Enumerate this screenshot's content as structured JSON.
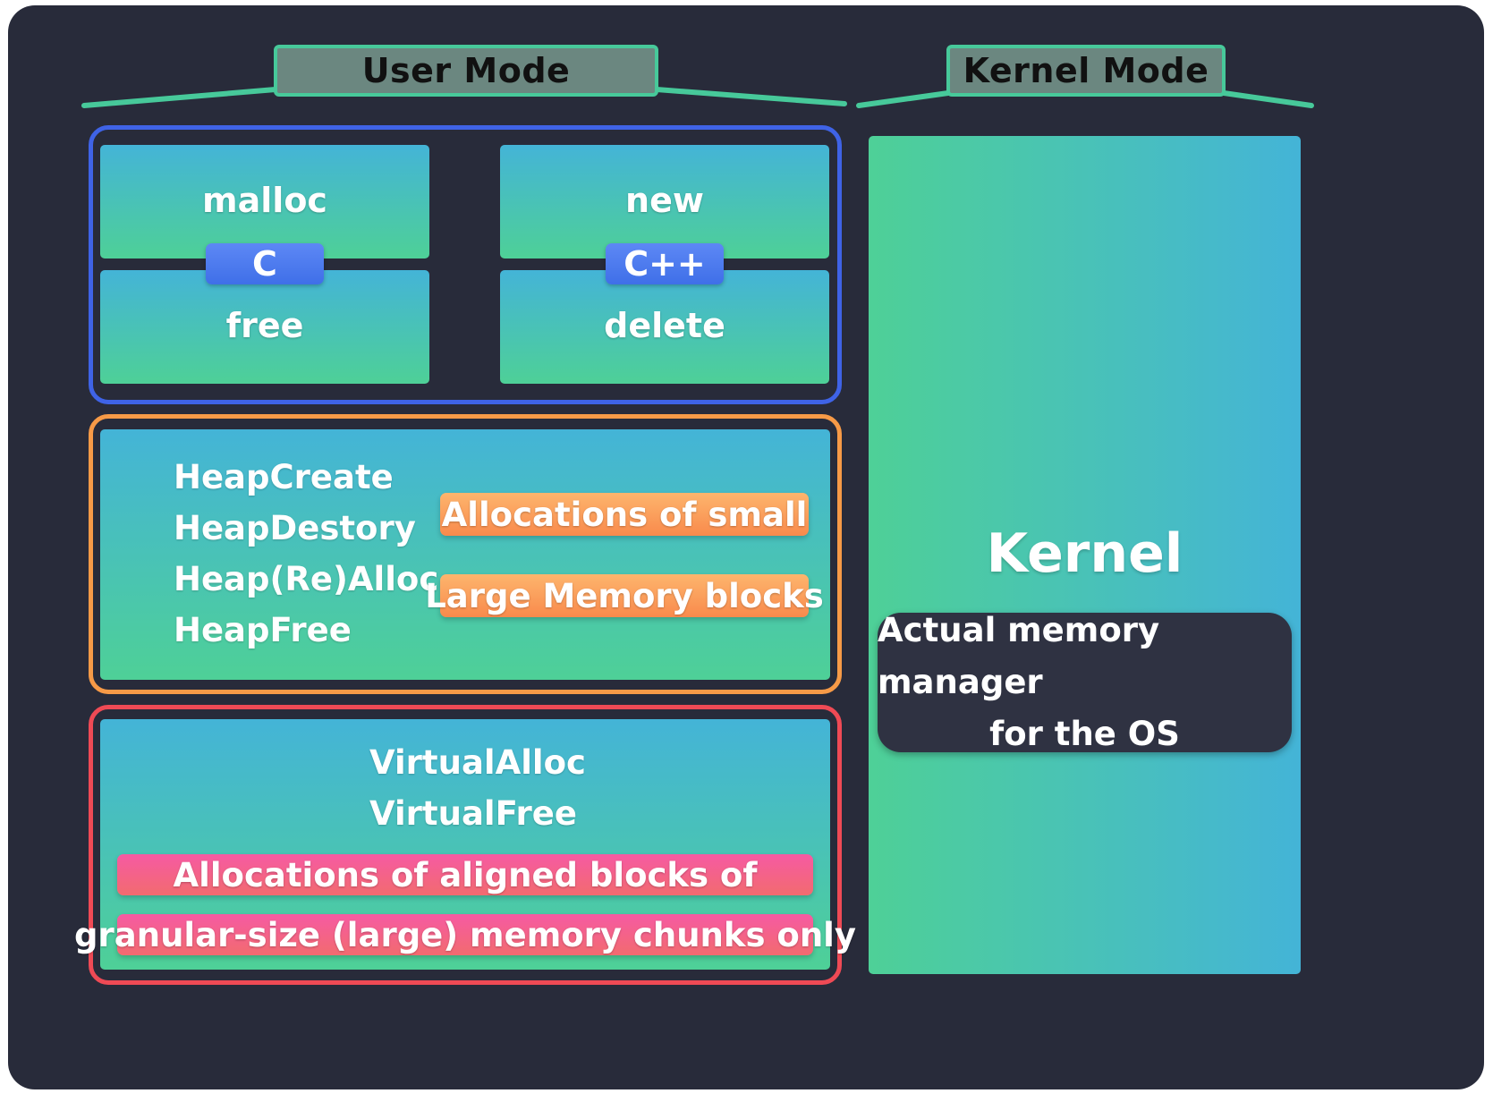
{
  "headers": {
    "user_mode": "User Mode",
    "kernel_mode": "Kernel Mode"
  },
  "crt": {
    "c": {
      "tag": "C",
      "alloc": "malloc",
      "free": "free"
    },
    "cpp": {
      "tag": "C++",
      "alloc": "new",
      "free": "delete"
    }
  },
  "heap": {
    "functions": [
      "HeapCreate",
      "HeapDestory",
      "Heap(Re)Alloc",
      "HeapFree"
    ],
    "notes": [
      "Allocations of small",
      "Large Memory blocks"
    ]
  },
  "virtual": {
    "functions": [
      "VirtualAlloc",
      "VirtualFree"
    ],
    "notes": [
      "Allocations of aligned blocks of",
      "granular-size (large) memory chunks only"
    ]
  },
  "kernel": {
    "title": "Kernel",
    "description_lines": [
      "Actual memory manager",
      "for the OS"
    ]
  },
  "colors": {
    "background": "#282b3a",
    "accent_green": "#47c99a",
    "crt_border": "#3f63e6",
    "heap_border": "#f79a47",
    "virtual_border": "#ef4a55"
  }
}
